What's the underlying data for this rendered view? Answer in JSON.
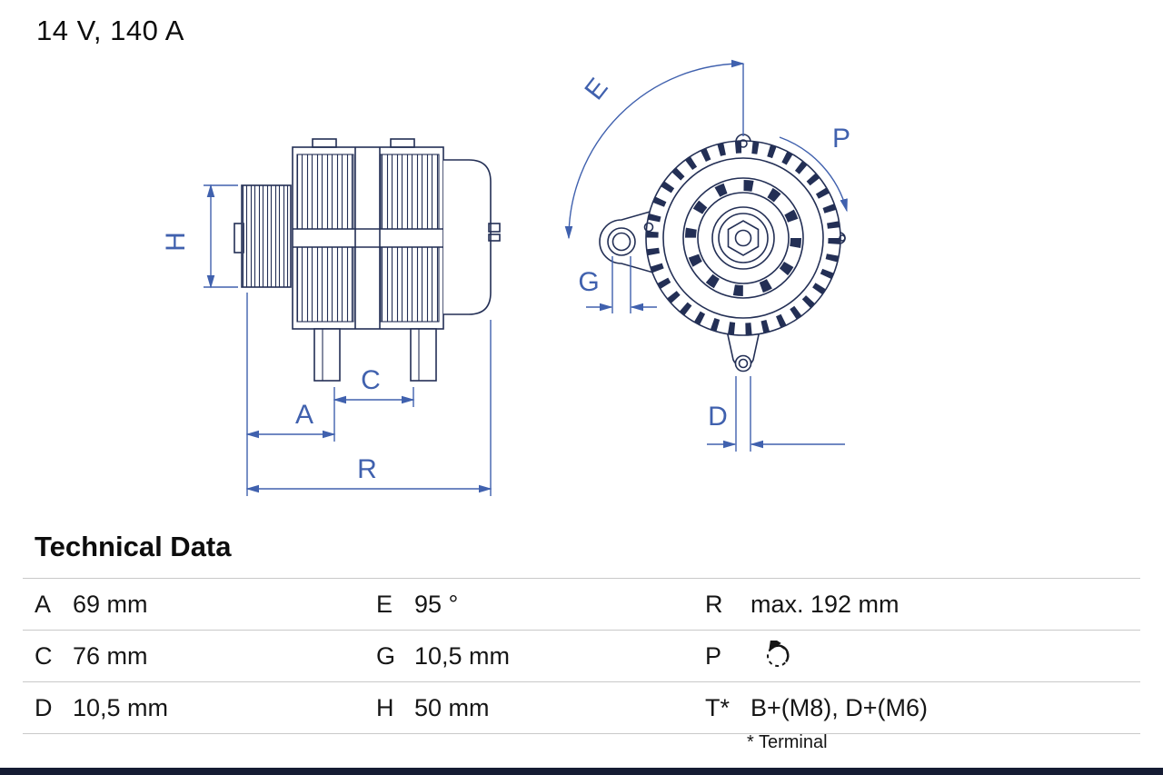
{
  "header": {
    "title": "14 V, 140 A"
  },
  "diagram": {
    "views": {
      "side": "alternator-side-view",
      "front": "alternator-front-view"
    },
    "dimension_labels": {
      "H": "H",
      "A": "A",
      "C": "C",
      "R": "R",
      "E": "E",
      "G": "G",
      "D": "D",
      "P": "P"
    },
    "colors": {
      "part_line": "#232f55",
      "dimension_line": "#4061ae"
    }
  },
  "technical_data": {
    "title": "Technical Data",
    "rows": [
      [
        {
          "key": "A",
          "value": "69 mm"
        },
        {
          "key": "E",
          "value": "95 °"
        },
        {
          "key": "R",
          "value": "max. 192 mm"
        }
      ],
      [
        {
          "key": "C",
          "value": "76 mm"
        },
        {
          "key": "G",
          "value": "10,5 mm"
        },
        {
          "key": "P",
          "value": "",
          "icon": "rotation-direction-icon"
        }
      ],
      [
        {
          "key": "D",
          "value": "10,5 mm"
        },
        {
          "key": "H",
          "value": "50 mm"
        },
        {
          "key": "T*",
          "value": "B+(M8), D+(M6)"
        }
      ]
    ],
    "footnote": "* Terminal"
  }
}
